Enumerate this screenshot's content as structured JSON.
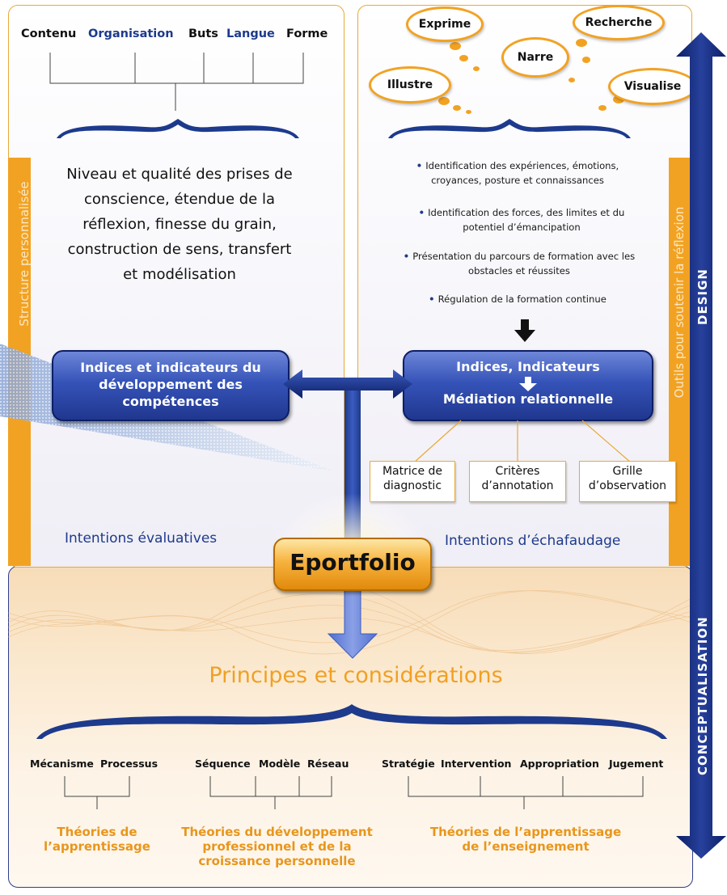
{
  "top_left": {
    "words": [
      "Contenu",
      "Organisation",
      "Buts",
      "Langue",
      "Forme"
    ],
    "summary": "Niveau et qualité des prises de conscience, étendue de la réflexion, finesse du grain, construction de sens, transfert et modélisation",
    "side_label": "Structure personnalisée",
    "box": "Indices et indicateurs du développement des compétences",
    "intent": "Intentions évaluatives"
  },
  "top_right": {
    "clouds": [
      "Exprime",
      "Recherche",
      "Narre",
      "Illustre",
      "Visualise"
    ],
    "bullets": [
      "Identification des expériences, émotions, croyances, posture et connaissances",
      "Identification des forces, des limites et du potentiel d’émancipation",
      "Présentation du parcours de formation avec les obstacles et réussites",
      "Régulation de la formation continue"
    ],
    "side_label": "Outils pour soutenir la réflexion",
    "box_top": "Indices, Indicateurs",
    "box_bottom": "Médiation relationnelle",
    "tools": [
      "Matrice de diagnostic",
      "Critères d’annotation",
      "Grille d’observation"
    ],
    "intent": "Intentions d’échafaudage"
  },
  "center": {
    "label": "Eportfolio"
  },
  "bottom": {
    "title": "Principes et considérations",
    "groups": [
      {
        "words": [
          "Mécanisme",
          "Processus"
        ],
        "theory": "Théories de l’apprentissage"
      },
      {
        "words": [
          "Séquence",
          "Modèle",
          "Réseau"
        ],
        "theory": "Théories du développement professionnel et de la croissance personnelle"
      },
      {
        "words": [
          "Stratégie",
          "Intervention",
          "Appropriation",
          "Jugement"
        ],
        "theory": "Théories de l’apprentissage de l’enseignement"
      }
    ]
  },
  "axis": {
    "top": "DESIGN",
    "bottom": "CONCEPTUALISATION"
  },
  "colors": {
    "orange": "#f2a222",
    "navy": "#1d3a8c",
    "dark_navy": "#0c1e66"
  }
}
